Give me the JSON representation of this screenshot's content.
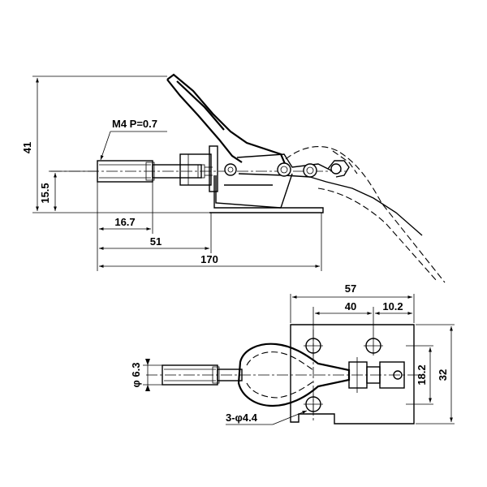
{
  "side_view": {
    "thread_note": "M4 P=0.7",
    "dims": {
      "height_total": "41",
      "spindle_height": "15.5",
      "thread_length": "16.7",
      "plunger_offset": "51",
      "overall_length": "170"
    }
  },
  "top_view": {
    "hole_note": "3-φ4.4",
    "dims": {
      "base_length": "57",
      "hole_pitch": "40",
      "hole_offset": "10.2",
      "spindle_dia": "φ 6.3",
      "hole_spacing": "18.2",
      "base_width": "32"
    }
  }
}
